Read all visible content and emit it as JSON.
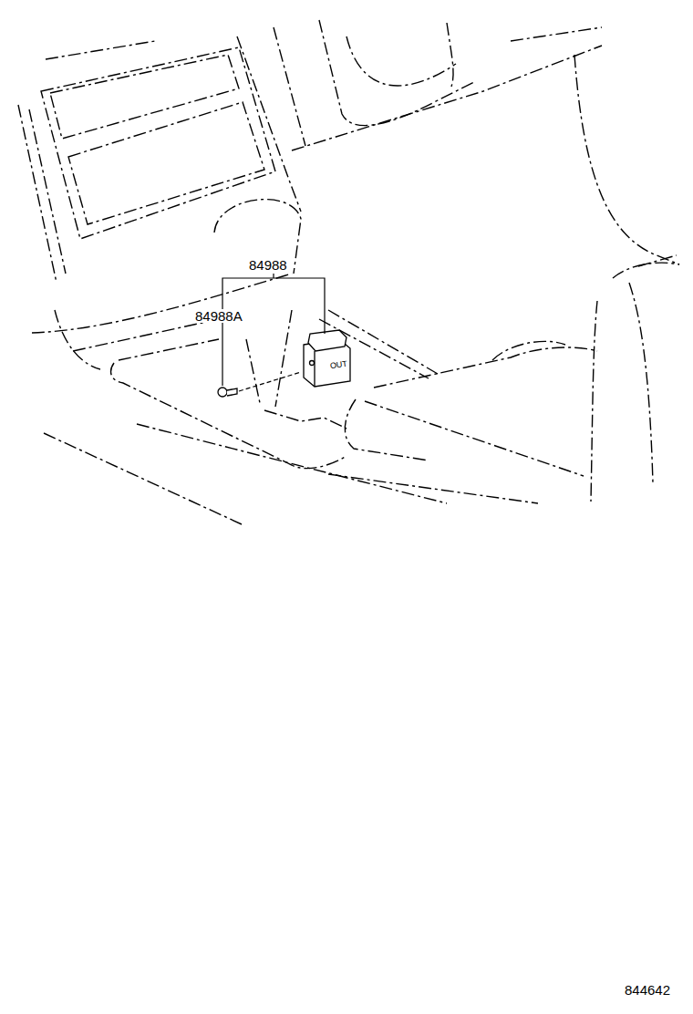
{
  "diagram": {
    "labels": [
      "84988",
      "84988A",
      "OUT",
      "844642"
    ]
  }
}
